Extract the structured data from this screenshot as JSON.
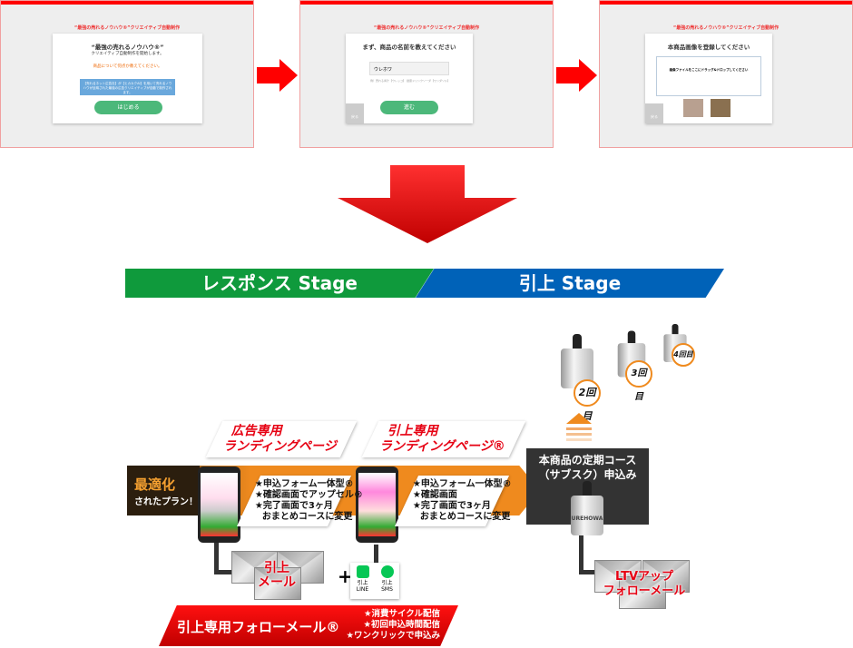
{
  "screens": [
    {
      "header": "“最強の売れるノウハウ®”クリエイティブ自動制作",
      "title": "“最強の売れるノウハウ®”",
      "subtitle": "クリエイティブ自動制作を開始します。",
      "notice": "商品について何点か教えてください。",
      "bubble": "【売れるネット広告社】が【ヒカカクAI】を用いて売れるノウハウが反映された最強の広告クリエイティブが自動で制作されます。",
      "button": "はじめる"
    },
    {
      "header": "“最強の売れるノウハウ®”クリエイティブ自動制作",
      "title": "まず、商品の名前を教えてください",
      "input_value": "ウレホワ",
      "hint": "例）売れる青汁【ウレッコ】 健康ドリンクソーダ【ワンダソル】",
      "button": "進む",
      "back": "戻る"
    },
    {
      "header": "“最強の売れるノウハウ®”クリエイティブ自動制作",
      "title": "本商品画像を登録してください",
      "dropzone": "画像ファイルをここにドラッグ&ドロップしてください",
      "back": "戻る"
    }
  ],
  "stages": {
    "response": "レスポンス Stage",
    "upsell": "引上 Stage"
  },
  "colors": {
    "red": "#e60012",
    "green": "#0f9a3c",
    "blue": "#0062b8",
    "orange": "#ef8a1e",
    "dark": "#333333"
  },
  "optimized": {
    "line1": "最適化",
    "line2": "されたプラン！"
  },
  "ad_lp": {
    "label1": "広告専用",
    "label2": "ランディングページ",
    "features": [
      "★申込フォーム一体型®",
      "★確認画面でアップセル®",
      "★完了画面で3ヶ月",
      "おまとめコースに変更"
    ]
  },
  "upsell_lp": {
    "label1": "引上専用",
    "label2": "ランディングページ®",
    "features": [
      "★申込フォーム一体型®",
      "★確認画面",
      "★完了画面で3ヶ月",
      "おまとめコースに変更"
    ]
  },
  "subscription": {
    "line1": "本商品の定期コース",
    "line2": "（サブスク）申込み",
    "bottle_brand": "UREHOWA"
  },
  "repeats": [
    "2回目",
    "3回目",
    "4回目"
  ],
  "upsell_mail": {
    "line1": "引上",
    "line2": "メール"
  },
  "channels": [
    {
      "icon": "line-icon",
      "line1": "引上",
      "line2": "LINE"
    },
    {
      "icon": "sms-icon",
      "line1": "引上",
      "line2": "SMS"
    }
  ],
  "follow_banner": {
    "title": "引上専用フォローメール®",
    "points": [
      "★消費サイクル配信",
      "★初回申込時間配信",
      "★ワンクリックで申込み"
    ]
  },
  "ltv_mail": {
    "line1": "LTVアップ",
    "line2": "フォローメール"
  }
}
